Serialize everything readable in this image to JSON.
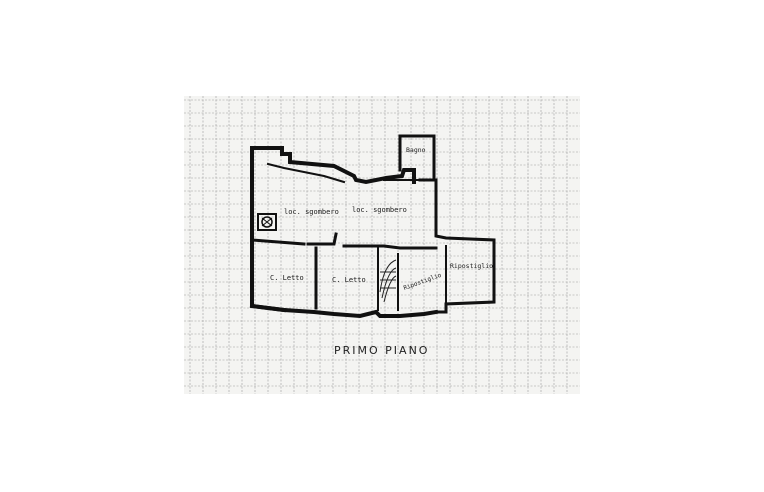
{
  "plan": {
    "title": "PRIMO PIANO",
    "rooms": {
      "bagno": "Bagno",
      "locale_sgombero": "loc. sgombero",
      "locale_sgombero_2": "loc. sgombero",
      "camera_letto_1": "C. Letto",
      "camera_letto_2": "C. Letto",
      "ripostiglio_1": "Ripostiglio",
      "ripostiglio_2": "Ripostiglio"
    }
  },
  "colors": {
    "paper": "#f4f4f2",
    "grid": "#9a9a9a",
    "walls": "#111111"
  }
}
